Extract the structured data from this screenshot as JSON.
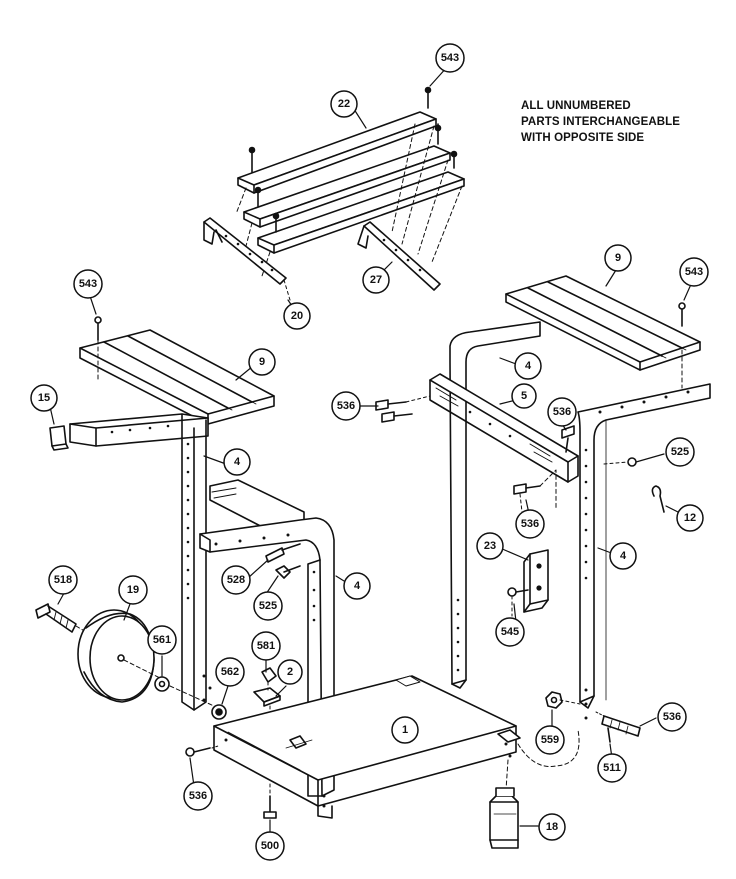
{
  "note": {
    "lines": [
      "ALL UNNUMBERED",
      "PARTS INTERCHANGEABLE",
      "WITH OPPOSITE SIDE"
    ]
  },
  "callouts": {
    "c543_top": "543",
    "c22": "22",
    "c20": "20",
    "c27": "27",
    "c543_left": "543",
    "c9_left": "9",
    "c15": "15",
    "c4_left_leg": "4",
    "c4_left_front": "4",
    "c528": "528",
    "c525_left": "525",
    "c518": "518",
    "c19": "19",
    "c561": "561",
    "c562": "562",
    "c581": "581",
    "c2": "2",
    "c1": "1",
    "c536_bottom_left": "536",
    "c500": "500",
    "c18": "18",
    "c9_right": "9",
    "c543_right": "543",
    "c4_right_top": "4",
    "c5": "5",
    "c536_left_bolts": "536",
    "c536_bracket": "536",
    "c525_right": "525",
    "c12": "12",
    "c536_mid": "536",
    "c23": "23",
    "c4_right_leg": "4",
    "c545": "545",
    "c559": "559",
    "c511": "511",
    "c536_right": "536"
  }
}
